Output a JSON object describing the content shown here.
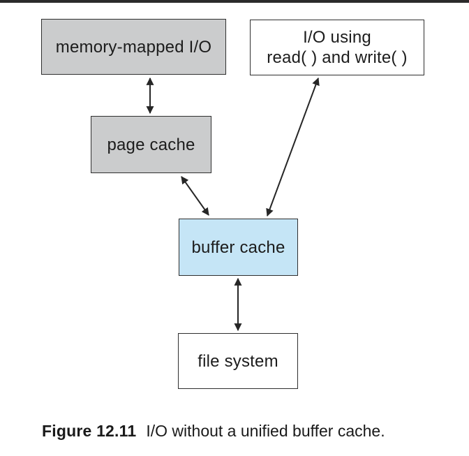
{
  "figure": {
    "caption_label": "Figure 12.11",
    "caption_text": "I/O without a unified buffer cache."
  },
  "diagram": {
    "nodes": {
      "memory_mapped_io": {
        "label": "memory-mapped I/O",
        "fill": "#cbcccd"
      },
      "io_read_write": {
        "label_line1": "I/O using",
        "label_line2": "read( ) and write( )",
        "fill": "#ffffff"
      },
      "page_cache": {
        "label": "page cache",
        "fill": "#cbcccd"
      },
      "buffer_cache": {
        "label": "buffer cache",
        "fill": "#c5e5f6"
      },
      "file_system": {
        "label": "file system",
        "fill": "#ffffff"
      }
    },
    "edges": [
      {
        "from": "memory_mapped_io",
        "to": "page_cache",
        "bidirectional": true
      },
      {
        "from": "page_cache",
        "to": "buffer_cache",
        "bidirectional": true
      },
      {
        "from": "io_read_write",
        "to": "buffer_cache",
        "bidirectional": true
      },
      {
        "from": "buffer_cache",
        "to": "file_system",
        "bidirectional": true
      }
    ]
  },
  "colors": {
    "box_gray_fill": "#cbcccd",
    "box_blue_fill": "#c5e5f6",
    "box_white_fill": "#ffffff",
    "box_border": "#2f2f2f",
    "arrow_stroke": "#262626",
    "top_rule": "#2b2b2b",
    "text": "#1c1c1c",
    "background": "#ffffff"
  }
}
